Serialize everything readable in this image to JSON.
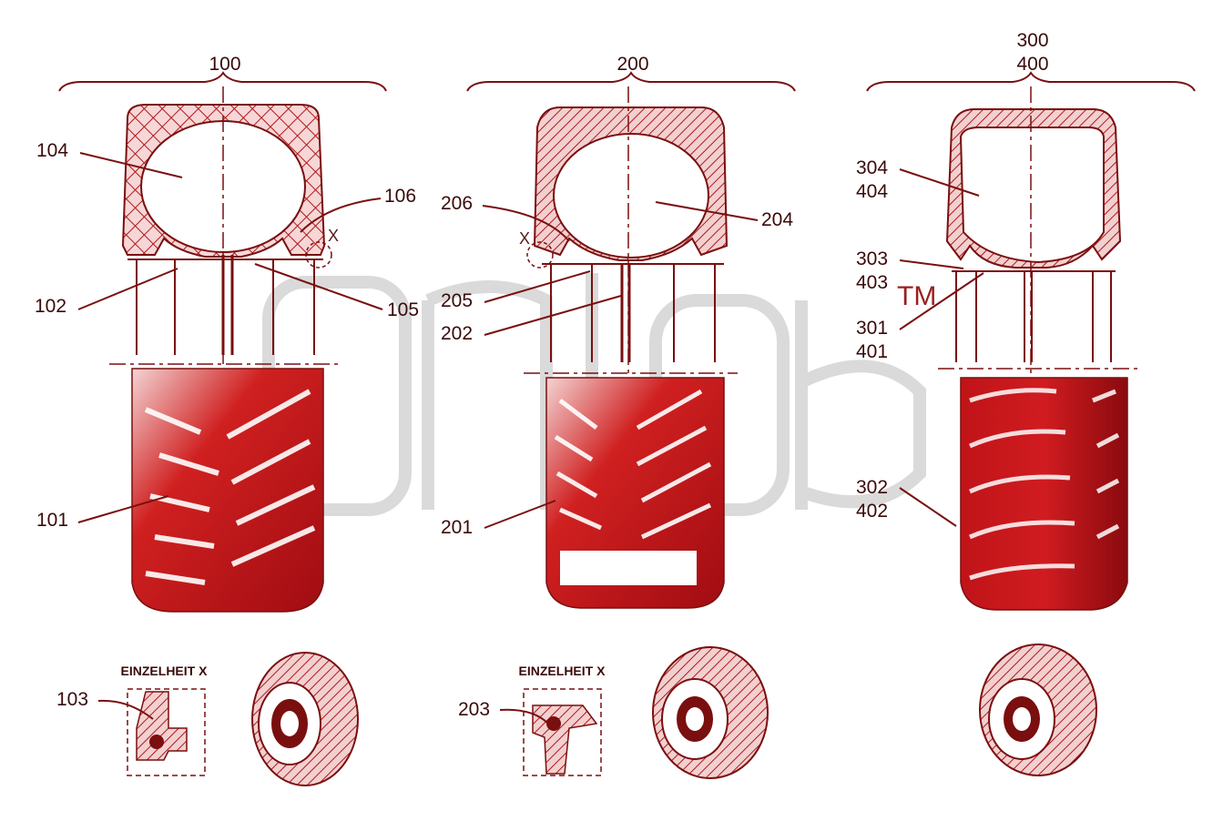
{
  "colors": {
    "tire_red": "#c0141a",
    "tire_dark": "#7a0a0a",
    "line": "#7a0f0f",
    "watermark": "#cfcfcf"
  },
  "groups": [
    {
      "header_lines": [
        "100"
      ]
    },
    {
      "header_lines": [
        "200"
      ]
    },
    {
      "header_lines": [
        "300",
        "400"
      ]
    }
  ],
  "callouts": {
    "c104": "104",
    "c106": "106",
    "c102": "102",
    "c105": "105",
    "c101": "101",
    "c103": "103",
    "c206": "206",
    "c204": "204",
    "c205": "205",
    "c202": "202",
    "c201": "201",
    "c203": "203",
    "c304": "304",
    "c404": "404",
    "c303": "303",
    "c403": "403",
    "c301": "301",
    "c401": "401",
    "c302": "302",
    "c402": "402"
  },
  "detail_markers": {
    "x1": "X",
    "x2": "X"
  },
  "detail_titles": {
    "d1": "EINZELHEIT X",
    "d2": "EINZELHEIT X"
  },
  "watermark": {
    "tm": "TM"
  }
}
